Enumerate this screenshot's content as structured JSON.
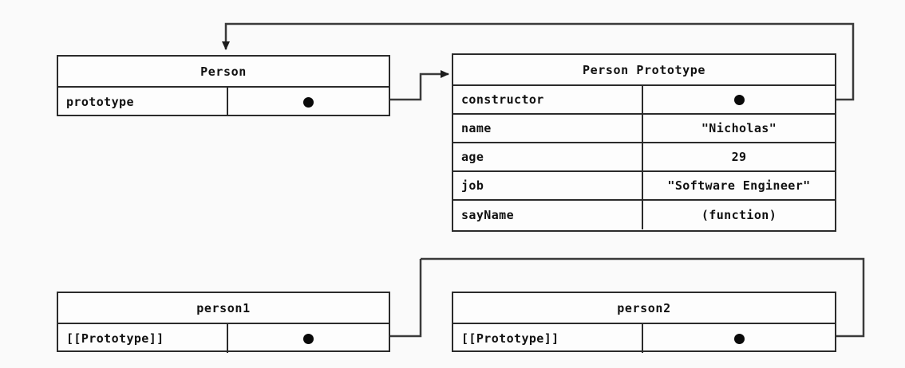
{
  "diagram": {
    "title": "JavaScript prototype relationship diagram",
    "colors": {
      "background": "#fafafa",
      "border": "#2b2b2b",
      "wire": "#3a3a3a",
      "dot": "#0a0a0a",
      "text": "#111111"
    }
  },
  "boxes": {
    "person": {
      "title": "Person",
      "rows": [
        {
          "key": "prototype",
          "value": "",
          "is_pointer": true
        }
      ]
    },
    "person_prototype": {
      "title": "Person Prototype",
      "rows": [
        {
          "key": "constructor",
          "value": "",
          "is_pointer": true
        },
        {
          "key": "name",
          "value": "\"Nicholas\"",
          "is_pointer": false
        },
        {
          "key": "age",
          "value": "29",
          "is_pointer": false
        },
        {
          "key": "job",
          "value": "\"Software Engineer\"",
          "is_pointer": false
        },
        {
          "key": "sayName",
          "value": "(function)",
          "is_pointer": false
        }
      ]
    },
    "person1": {
      "title": "person1",
      "rows": [
        {
          "key": "[[Prototype]]",
          "value": "",
          "is_pointer": true
        }
      ]
    },
    "person2": {
      "title": "person2",
      "rows": [
        {
          "key": "[[Prototype]]",
          "value": "",
          "is_pointer": true
        }
      ]
    }
  },
  "connections": [
    {
      "name": "person-prototype-to-person-prototype-object",
      "from": "person.prototype",
      "to": "person_prototype",
      "arrowhead": "right"
    },
    {
      "name": "constructor-to-person",
      "from": "person_prototype.constructor",
      "to": "person",
      "arrowhead": "down"
    },
    {
      "name": "person1-prototype-to-person-prototype-object",
      "from": "person1.[[Prototype]]",
      "to": "person_prototype",
      "arrowhead": "none"
    },
    {
      "name": "person2-prototype-to-person-prototype-object",
      "from": "person2.[[Prototype]]",
      "to": "person_prototype",
      "arrowhead": "none"
    }
  ]
}
